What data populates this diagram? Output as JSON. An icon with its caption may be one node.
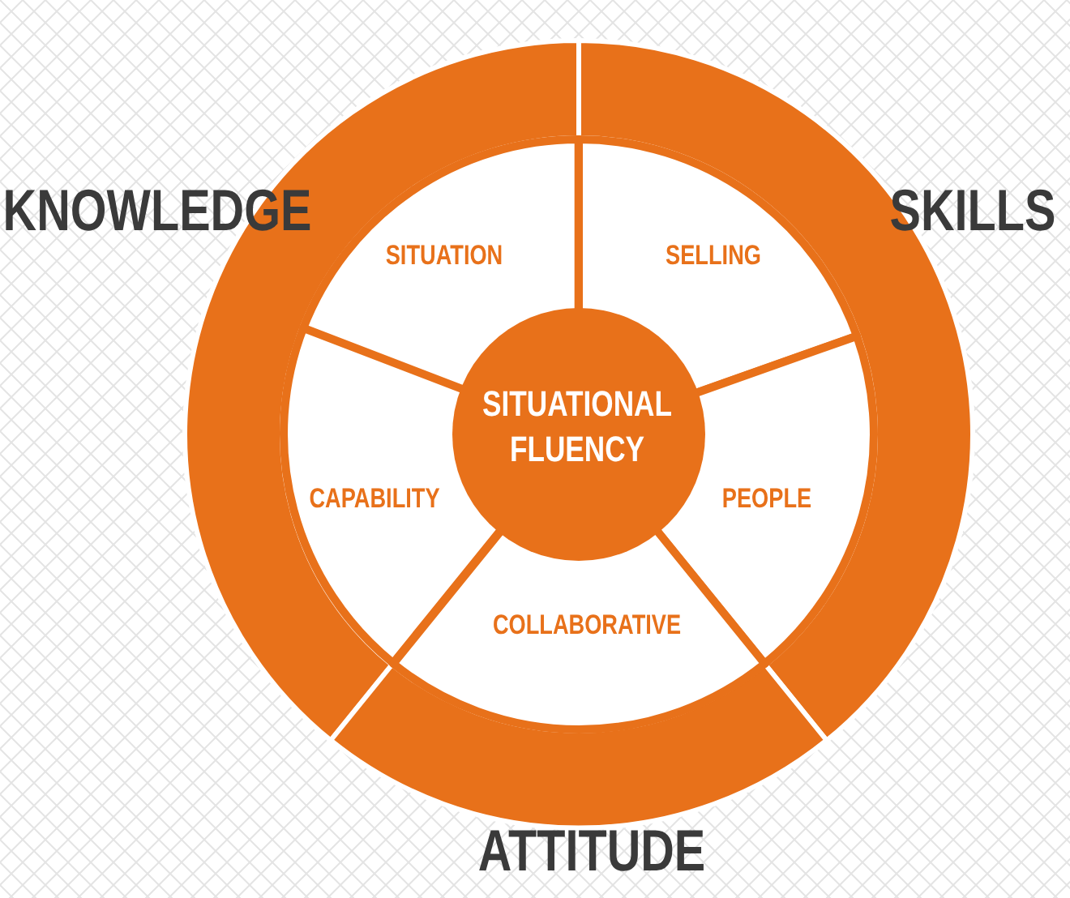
{
  "diagram": {
    "nodes": [
      {
        "text": [
          "KNOWLEDGE"
        ]
      },
      {
        "text": [
          "SKILLS"
        ]
      },
      {
        "text": [
          "SITUATION"
        ]
      },
      {
        "text": [
          "SELLING"
        ]
      },
      {
        "text": [
          "SITUATIONAL FLUENCY"
        ]
      },
      {
        "text": [
          "CAPABILITY"
        ]
      },
      {
        "text": [
          "PEOPLE"
        ]
      },
      {
        "text": [
          "COLLABORATIVE"
        ]
      },
      {
        "text": [
          "ATTITUDE"
        ]
      }
    ]
  }
}
